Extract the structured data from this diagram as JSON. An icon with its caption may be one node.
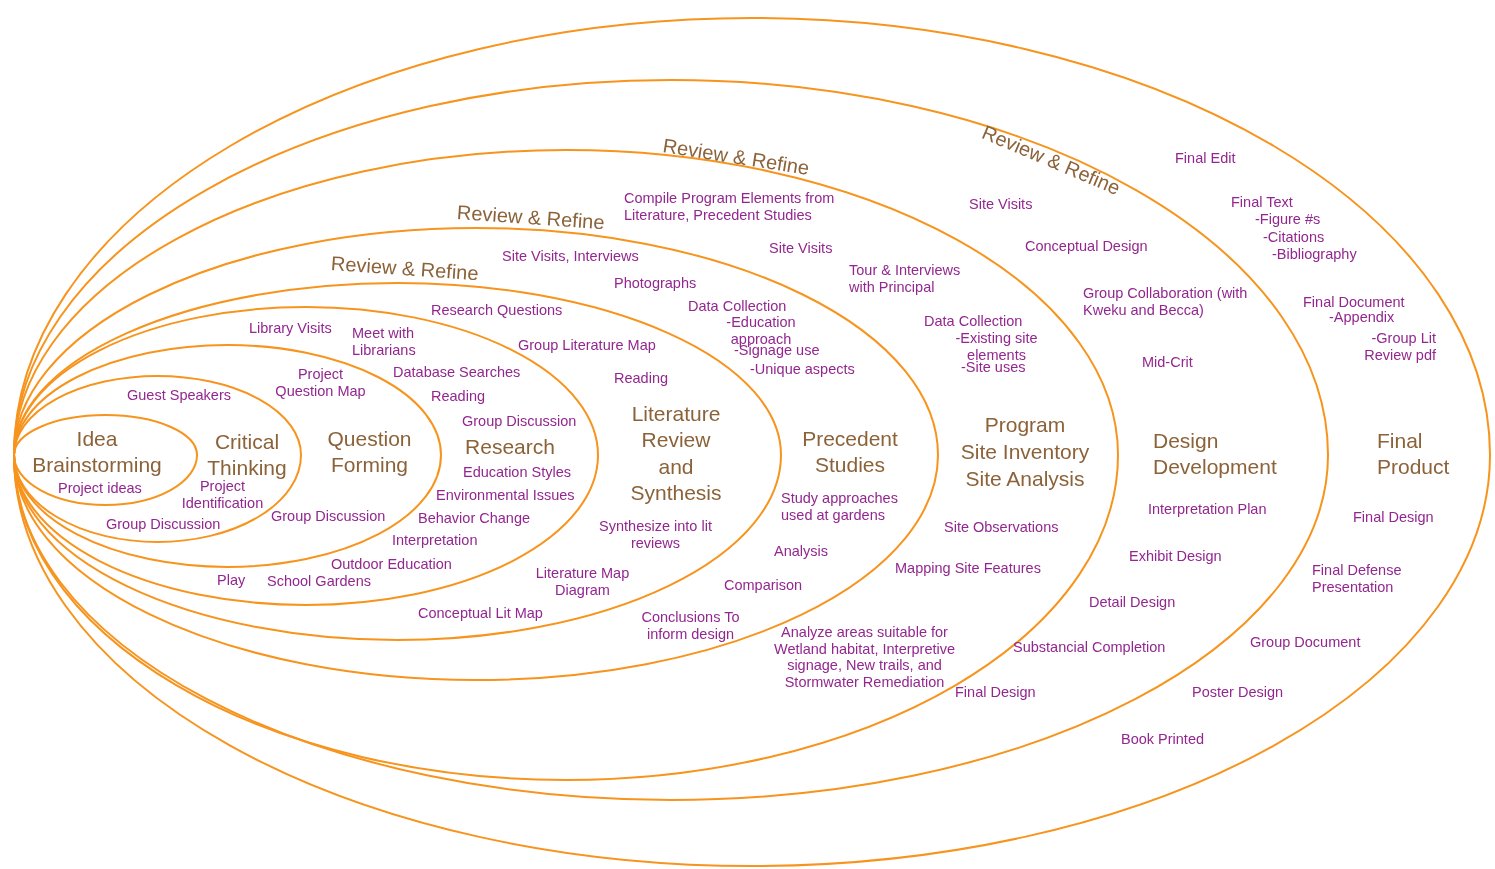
{
  "diagram": {
    "nodes": [
      {
        "text": [
          "Final Product"
        ]
      },
      {
        "text": [
          "Design Development"
        ],
        "in": 0
      },
      {
        "text": [
          "Program",
          "Site Inventory",
          "Site Analysis"
        ],
        "in": 1
      },
      {
        "text": [
          "Precedent Studies"
        ],
        "in": 2
      },
      {
        "text": [
          "Literature Review and Synthesis"
        ],
        "in": 3
      },
      {
        "text": [
          "Research"
        ],
        "in": 4
      },
      {
        "text": [
          "Question Forming"
        ],
        "in": 5
      },
      {
        "text": [
          "Critical Thinking"
        ],
        "in": 6
      },
      {
        "text": [
          "Idea Brainstorming"
        ],
        "in": 7
      }
    ],
    "labels": [
      "Project ideas",
      "Guest Speakers",
      "Project Identification",
      "Group Discussion",
      "Project Question Map",
      "Group Discussion",
      "Library Visits",
      "Meet with Librarians",
      "Database Searches",
      "Reading",
      "Group Discussion",
      "Education Styles",
      "Environmental Issues",
      "Behavior Change",
      "Interpretation",
      "Outdoor Education",
      "Play",
      "School Gardens",
      "Review & Refine",
      "Research Questions",
      "Group Literature Map",
      "Reading",
      "Synthesize into lit reviews",
      "Literature Map Diagram",
      "Conceptual Lit Map",
      "Review & Refine",
      "Site Visits, Interviews",
      "Photographs",
      "Data Collection",
      "-Education approach",
      "-Signage use",
      "-Unique aspects",
      "Study approaches used at gardens",
      "Analysis",
      "Comparison",
      "Conclusions To inform design",
      "Review & Refine",
      "Compile Program Elements from Literature, Precedent Studies",
      "Site Visits",
      "Tour & Interviews with Principal",
      "Data Collection",
      "-Existing site elements",
      "-Site uses",
      "Site Observations",
      "Mapping Site Features",
      "Analyze areas suitable for Wetland habitat, Interpretive signage, New trails, and Stormwater Remediation",
      "Final Design",
      "Review & Refine",
      "Site Visits",
      "Conceptual Design",
      "Group Collaboration (with Kweku and Becca)",
      "Mid-Crit",
      "Interpretation Plan",
      "Exhibit Design",
      "Detail Design",
      "Substancial Completion",
      "Final Edit",
      "Final Text",
      "-Figure #s",
      "-Citations",
      "-Bibliography",
      "Final Document",
      "-Appendix",
      "-Group Lit Review pdf",
      "Final Design",
      "Final Defense Presentation",
      "Group Document",
      "Poster Design",
      "Book Printed"
    ]
  }
}
